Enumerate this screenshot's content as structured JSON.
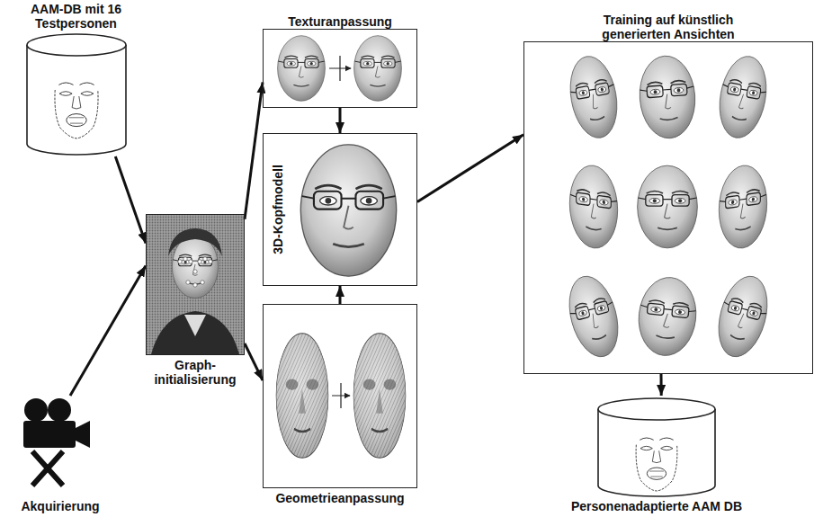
{
  "diagram": {
    "nodes": [
      {
        "text": [
          "AAM-DB mit 16 Testpersonen"
        ]
      },
      {
        "text": [
          "Akquirierung"
        ]
      },
      {
        "text": [
          "Graph- initialisierung"
        ]
      },
      {
        "text": [
          "Texturanpassung"
        ]
      },
      {
        "text": [
          "3D-Kopfmodell"
        ]
      },
      {
        "text": [
          "Geometrieanpassung"
        ]
      },
      {
        "text": [
          "Training auf künstlich generierten Ansichten"
        ]
      },
      {
        "text": [
          "Personenadaptierte AAM DB"
        ]
      }
    ],
    "edges": [
      {
        "from": 0,
        "to": 2,
        "arrow": "to"
      },
      {
        "from": 1,
        "to": 2,
        "arrow": "to"
      },
      {
        "from": 2,
        "to": 3,
        "arrow": "to"
      },
      {
        "from": 2,
        "to": 5,
        "arrow": "to"
      },
      {
        "from": 3,
        "to": 4,
        "arrow": "to"
      },
      {
        "from": 5,
        "to": 4,
        "arrow": "to"
      },
      {
        "from": 4,
        "to": 6,
        "arrow": "to"
      },
      {
        "from": 6,
        "to": 7,
        "arrow": "to"
      }
    ]
  }
}
